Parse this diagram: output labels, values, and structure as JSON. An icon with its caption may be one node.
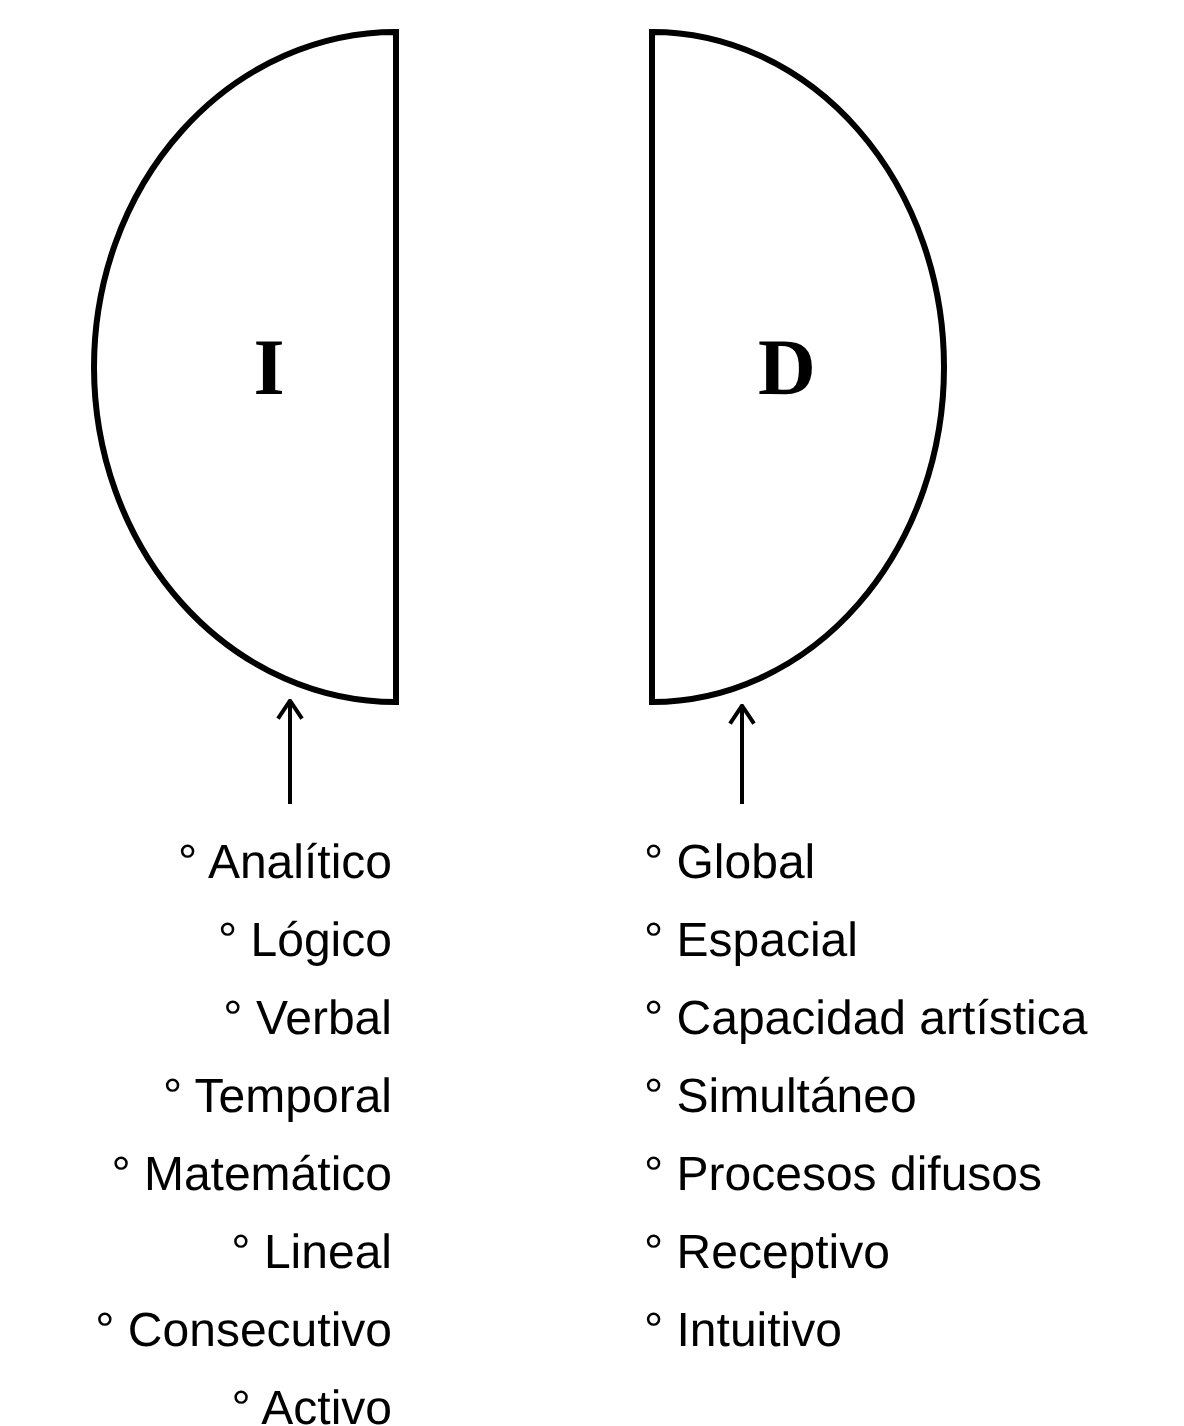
{
  "diagram": {
    "nodes": [
      {
        "text": [
          "I"
        ]
      },
      {
        "text": [
          "D"
        ]
      },
      {
        "text": [
          "° Analítico",
          "° Lógico",
          "° Verbal",
          "° Temporal",
          "° Matemático",
          "° Lineal",
          "° Consecutivo",
          "° Activo"
        ]
      },
      {
        "text": [
          "° Global",
          "° Espacial",
          "° Capacidad artística",
          "° Simultáneo",
          "° Procesos difusos",
          "° Receptivo",
          "° Intuitivo"
        ]
      }
    ],
    "edges": [
      {
        "from": 2,
        "to": 0,
        "arrow": "to"
      },
      {
        "from": 3,
        "to": 1,
        "arrow": "to"
      }
    ]
  }
}
